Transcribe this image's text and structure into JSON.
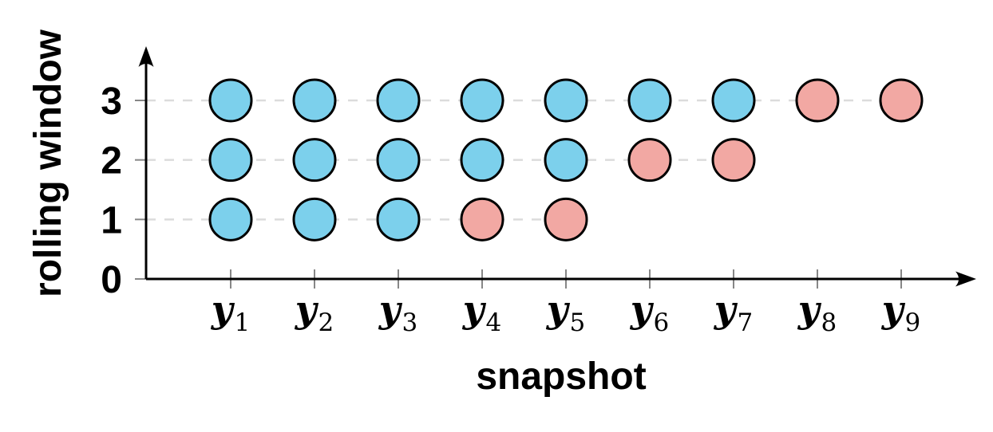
{
  "figure": {
    "background": "#ffffff"
  },
  "chart_data": {
    "type": "scatter",
    "title": "",
    "xlabel": "snapshot",
    "ylabel": "rolling window",
    "grid_on": true,
    "grid_style": "dashed horizontal lines at each rolling-window level, drawn only up to the last dot in that row",
    "legend_position": "none",
    "xlim": [
      0,
      10
    ],
    "ylim": [
      0,
      3.8
    ],
    "y_ticks": [
      {
        "value": 0,
        "label": "0"
      },
      {
        "value": 1,
        "label": "1"
      },
      {
        "value": 2,
        "label": "2"
      },
      {
        "value": 3,
        "label": "3"
      }
    ],
    "x_ticks": [
      {
        "index": 1,
        "base": "y",
        "sub": "1"
      },
      {
        "index": 2,
        "base": "y",
        "sub": "2"
      },
      {
        "index": 3,
        "base": "y",
        "sub": "3"
      },
      {
        "index": 4,
        "base": "y",
        "sub": "4"
      },
      {
        "index": 5,
        "base": "y",
        "sub": "5"
      },
      {
        "index": 6,
        "base": "y",
        "sub": "6"
      },
      {
        "index": 7,
        "base": "y",
        "sub": "7"
      },
      {
        "index": 8,
        "base": "y",
        "sub": "8"
      },
      {
        "index": 9,
        "base": "y",
        "sub": "9"
      }
    ],
    "palette": {
      "blue": "#7CD0EC",
      "pink": "#F2A8A3",
      "dot_stroke": "#000000",
      "axis": "#000000",
      "tick": "#878787",
      "grid": "#DCDCDC"
    },
    "points": [
      {
        "snapshot": 1,
        "window": 1,
        "color": "blue"
      },
      {
        "snapshot": 1,
        "window": 2,
        "color": "blue"
      },
      {
        "snapshot": 1,
        "window": 3,
        "color": "blue"
      },
      {
        "snapshot": 2,
        "window": 1,
        "color": "blue"
      },
      {
        "snapshot": 2,
        "window": 2,
        "color": "blue"
      },
      {
        "snapshot": 2,
        "window": 3,
        "color": "blue"
      },
      {
        "snapshot": 3,
        "window": 1,
        "color": "blue"
      },
      {
        "snapshot": 3,
        "window": 2,
        "color": "blue"
      },
      {
        "snapshot": 3,
        "window": 3,
        "color": "blue"
      },
      {
        "snapshot": 4,
        "window": 1,
        "color": "pink"
      },
      {
        "snapshot": 4,
        "window": 2,
        "color": "blue"
      },
      {
        "snapshot": 4,
        "window": 3,
        "color": "blue"
      },
      {
        "snapshot": 5,
        "window": 1,
        "color": "pink"
      },
      {
        "snapshot": 5,
        "window": 2,
        "color": "blue"
      },
      {
        "snapshot": 5,
        "window": 3,
        "color": "blue"
      },
      {
        "snapshot": 6,
        "window": 2,
        "color": "pink"
      },
      {
        "snapshot": 6,
        "window": 3,
        "color": "blue"
      },
      {
        "snapshot": 7,
        "window": 2,
        "color": "pink"
      },
      {
        "snapshot": 7,
        "window": 3,
        "color": "blue"
      },
      {
        "snapshot": 8,
        "window": 3,
        "color": "pink"
      },
      {
        "snapshot": 9,
        "window": 3,
        "color": "pink"
      }
    ]
  }
}
